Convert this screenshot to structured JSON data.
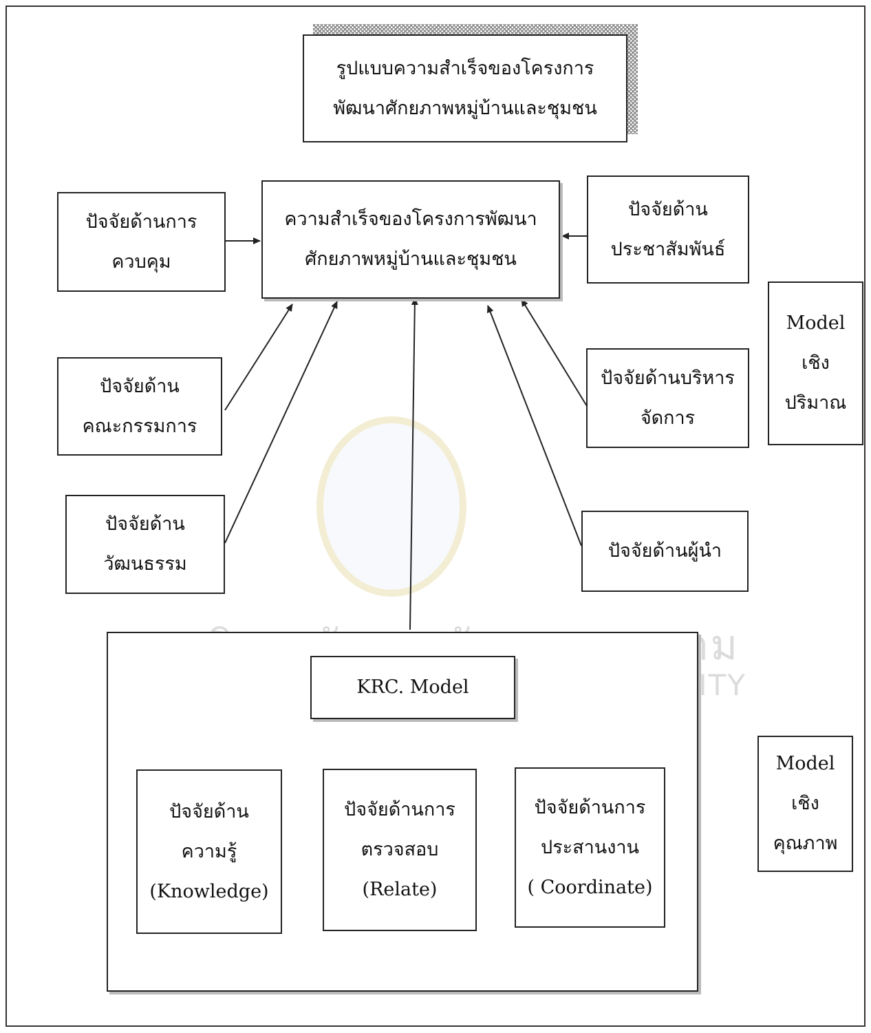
{
  "title_box": {
    "line1": "รูปแบบความสำเร็จของโครงการ",
    "line2": "พัฒนาศักยภาพหมู่บ้านและชุมชน"
  },
  "center_box": {
    "line1": "ความสำเร็จของโครงการพัฒนา",
    "line2": "ศักยภาพหมู่บ้านและชุมชน"
  },
  "factors": {
    "control": {
      "line1": "ปัจจัยด้านการ",
      "line2": "ควบคุม"
    },
    "committee": {
      "line1": "ปัจจัยด้าน",
      "line2": "คณะกรรมการ"
    },
    "culture": {
      "line1": "ปัจจัยด้าน",
      "line2": "วัฒนธรรม"
    },
    "pr": {
      "line1": "ปัจจัยด้าน",
      "line2": "ประชาสัมพันธ์"
    },
    "management": {
      "line1": "ปัจจัยด้านบริหาร",
      "line2": "จัดการ"
    },
    "leader": {
      "line1": "ปัจจัยด้านผู้นำ"
    }
  },
  "quant_model": {
    "line1": "Model",
    "line2": "เชิง",
    "line3": "ปริมาณ"
  },
  "qual_model": {
    "line1": "Model",
    "line2": "เชิง",
    "line3": "คุณภาพ"
  },
  "krc": {
    "label": "KRC. Model",
    "knowledge": {
      "line1": "ปัจจัยด้าน",
      "line2": "ความรู้",
      "line3": "(Knowledge)"
    },
    "relate": {
      "line1": "ปัจจัยด้านการ",
      "line2": "ตรวจสอบ",
      "line3": "(Relate)"
    },
    "coordinate": {
      "line1": "ปัจจัยด้านการ",
      "line2": "ประสานงาน",
      "line3": "( Coordinate)"
    }
  },
  "watermark": {
    "line1": "มหาวิทยาลัยราชภัฏมหาสารคาม",
    "line2": "RAJABHAT MAHASARAKHAM UNIVERSITY"
  },
  "colors": {
    "line": "#222222",
    "shadow": "#bbbbbb",
    "watermark": "#a0a0a0"
  }
}
